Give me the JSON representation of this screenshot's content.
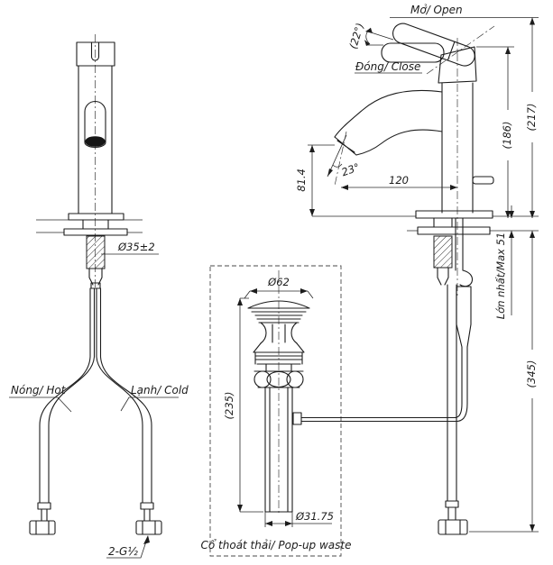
{
  "drawing_type": "faucet technical drawing",
  "labels": {
    "open": "Mở/ Open",
    "close": "Đóng/ Close",
    "hot": "Nóng/ Hot",
    "cold": "Lạnh/ Cold",
    "popup_waste": "Cổ thoát thải/ Pop-up waste",
    "max_deck_thickness": "Lớn nhất/Max 51",
    "thread_size": "2-G½"
  },
  "dimensions": {
    "handle_open_angle": "(22°)",
    "spout_outlet_angle": "23°",
    "spout_outlet_height": "81.4",
    "spout_reach": "120",
    "height_to_handle": "(186)",
    "height_total": "(217)",
    "deck_hole_diameter": "Ø35±2",
    "hose_length_below_deck": "(345)",
    "waste_cap_diameter": "Ø62",
    "waste_body_length": "(235)",
    "waste_pipe_diameter": "Ø31.75"
  },
  "colors": {
    "line": "#1c1c1c",
    "background": "#ffffff"
  }
}
